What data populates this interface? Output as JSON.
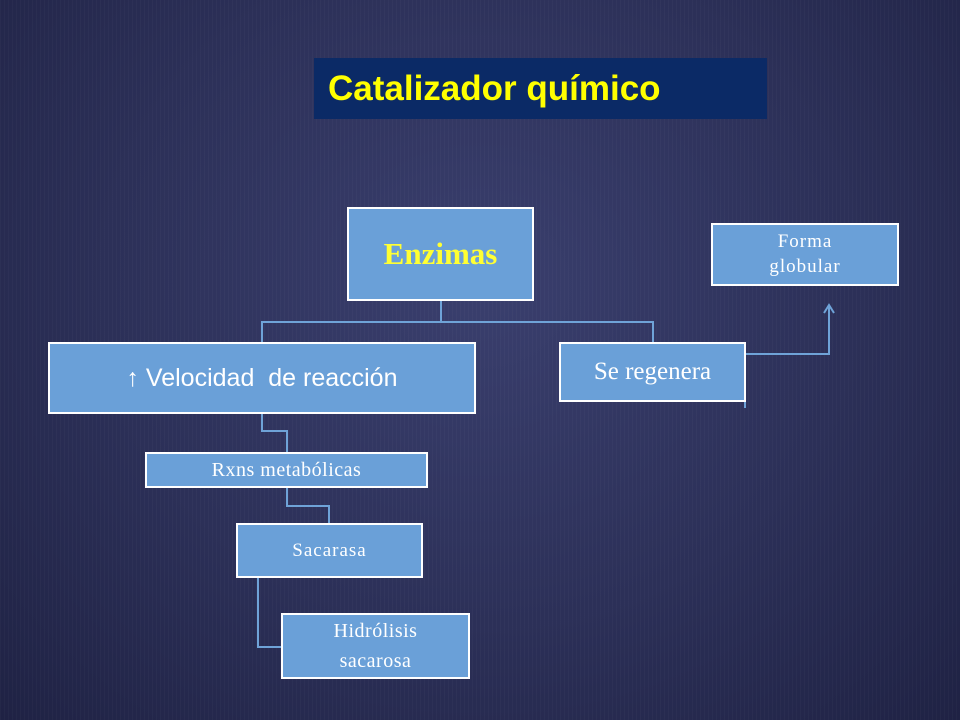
{
  "title": "Catalizador químico",
  "colors": {
    "title_bg": "#0b2a66",
    "title_text": "#ffff00",
    "node_fill": "#6aa0d8",
    "node_border": "#ffffff",
    "root_text": "#ffff33",
    "node_text": "#ffffff",
    "connector": "#6fa3d8"
  },
  "nodes": {
    "enzimas": "Enzimas",
    "velocidad": "↑ Velocidad  de reacción",
    "regenera": "Se regenera",
    "forma_globular": "Forma globular",
    "rxns": "Rxns metabólicas",
    "sacarasa": "Sacarasa",
    "hidrolisis": "Hidrólisis sacarosa"
  }
}
